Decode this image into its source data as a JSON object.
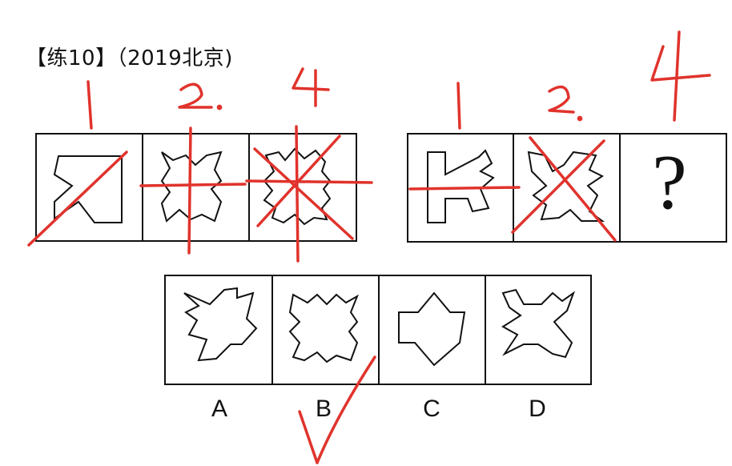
{
  "title": "【练10】（2019北京)",
  "question_mark": "?",
  "options": [
    {
      "label": "A"
    },
    {
      "label": "B"
    },
    {
      "label": "C"
    },
    {
      "label": "D"
    }
  ],
  "annotations": {
    "left_group": [
      "1",
      "2.",
      "4"
    ],
    "right_group": [
      "1",
      "2.",
      "4"
    ],
    "ink_color": "#e0332c"
  }
}
